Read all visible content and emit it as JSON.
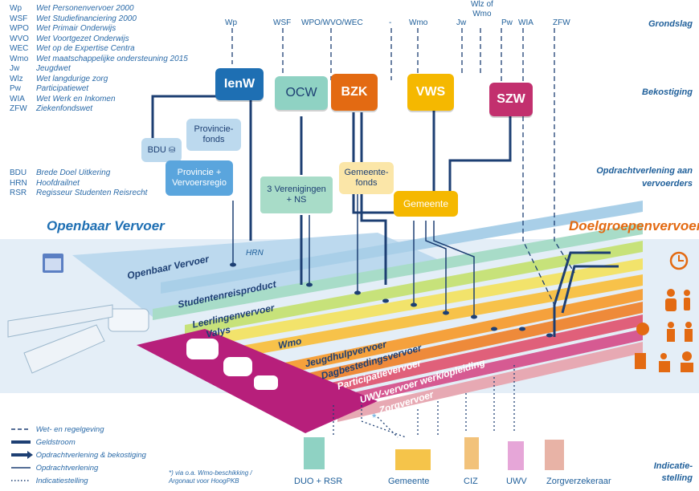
{
  "abbreviations": [
    {
      "k": "Wp",
      "v": "Wet Personenvervoer 2000"
    },
    {
      "k": "WSF",
      "v": "Wet Studiefinanciering 2000"
    },
    {
      "k": "WPO",
      "v": "Wet Primair Onderwijs"
    },
    {
      "k": "WVO",
      "v": "Wet Voortgezet Onderwijs"
    },
    {
      "k": "WEC",
      "v": "Wet op de Expertise Centra"
    },
    {
      "k": "Wmo",
      "v": "Wet maatschappelijke ondersteuning 2015"
    },
    {
      "k": "Jw",
      "v": "Jeugdwet"
    },
    {
      "k": "Wlz",
      "v": "Wet langdurige zorg"
    },
    {
      "k": "Pw",
      "v": "Participatiewet"
    },
    {
      "k": "WIA",
      "v": "Wet Werk en Inkomen"
    },
    {
      "k": "ZFW",
      "v": "Ziekenfondswet"
    }
  ],
  "abbreviations2": [
    {
      "k": "BDU",
      "v": "Brede Doel Uitkering"
    },
    {
      "k": "HRN",
      "v": "Hoofdrailnet"
    },
    {
      "k": "RSR",
      "v": "Regisseur Studenten Reisrecht"
    }
  ],
  "section_headers": {
    "grondslag": "Grondslag",
    "bekostiging": "Bekostiging",
    "opdracht": "Opdrachtverlening aan vervoerders",
    "indicatie": "Indicatie-\nstelling"
  },
  "laws": {
    "wp": "Wp",
    "wsf": "WSF",
    "wpo": "WPO/WVO/WEC",
    "dash": "-",
    "wmo": "Wmo",
    "jw": "Jw",
    "wlz": "Wlz of\nWmo",
    "pw": "Pw",
    "wia": "WIA",
    "zfw": "ZFW"
  },
  "ministries": {
    "ienw": "IenW",
    "ocw": "OCW",
    "bzk": "BZK",
    "vws": "VWS",
    "szw": "SZW"
  },
  "funds": {
    "bdu": "BDU",
    "provinciefonds": "Provincie-\nfonds",
    "provincie": "Provincie +\nVervoersregio",
    "verenigingen": "3 Verenigingen\n+ NS",
    "gemeentefonds": "Gemeente-\nfonds",
    "gemeente": "Gemeente"
  },
  "titles": {
    "ov": "Openbaar Vervoer",
    "dgv": "Doelgroepenvervoer",
    "hrn": "HRN"
  },
  "bands": [
    {
      "label": "Openbaar Vervoer",
      "color": "#a9cfe8"
    },
    {
      "label": "Studentenreisproduct",
      "color": "#a8dcc8"
    },
    {
      "label": "Leerlingenvervoer",
      "color": "#c7e27a"
    },
    {
      "label": "Valys",
      "color": "#f2e36b"
    },
    {
      "label": "Wmo",
      "color": "#f7c24a"
    },
    {
      "label": "Jeugdhulpvervoer",
      "color": "#f5a13c"
    },
    {
      "label": "Dagbestedingsvervoer",
      "color": "#ee8a3a"
    },
    {
      "label": "Participatievervoer",
      "color": "#e0607a"
    },
    {
      "label": "UWV-vervoer werk/opleiding",
      "color": "#d65a92"
    },
    {
      "label": "Zorgvervoer",
      "color": "#e7a9b3"
    }
  ],
  "legend": [
    {
      "label": "Wet- en regelgeving",
      "style": "dashed"
    },
    {
      "label": "Geldstroom",
      "style": "thick"
    },
    {
      "label": "Opdrachtverlening & bekostiging",
      "style": "arrow"
    },
    {
      "label": "Opdrachtverlening",
      "style": "thin"
    },
    {
      "label": "Indicatiestelling",
      "style": "dotted"
    }
  ],
  "footnote": "*) via o.a. Wmo-beschikking /\nArgonaut voor HoogPKB",
  "bottom": {
    "duo": "DUO + RSR",
    "gemeente": "Gemeente",
    "ciz": "CIZ",
    "uwv": "UWV",
    "zorg": "Zorgverzekeraar",
    "asterisk": "*"
  },
  "colors": {
    "ienw": "#1e6fb3",
    "ocw": "#8fd2c3",
    "bzk": "#e36a12",
    "vws": "#f5b800",
    "szw": "#c2306e",
    "navy": "#1d3f73",
    "lightblue": "#5aa5dd"
  }
}
